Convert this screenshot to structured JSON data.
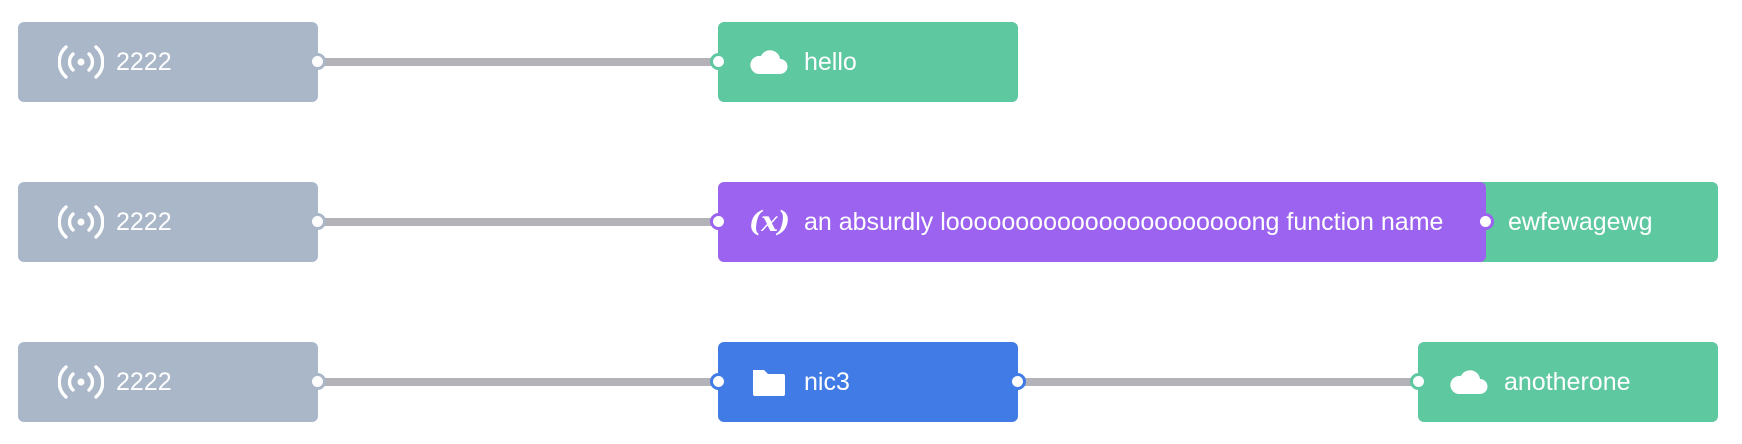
{
  "icons": {
    "trigger": "broadcast-icon",
    "webhook": "cloud-icon",
    "function": "function-x-icon",
    "folder": "folder-icon"
  },
  "function_icon_text": "(x)",
  "colors": {
    "trigger": "#a9b7c9",
    "webhook": "#5ec8a0",
    "function": "#9b63ef",
    "folder": "#407be6",
    "wire": "#b2b2b8"
  },
  "rows": [
    {
      "source": {
        "label": "2222"
      },
      "target": {
        "label": "hello"
      }
    },
    {
      "source": {
        "label": "2222"
      },
      "function": {
        "label": "an absurdly loooooooooooooooooooooong function name"
      },
      "target": {
        "label": "ewfewagewg"
      }
    },
    {
      "source": {
        "label": "2222"
      },
      "folder": {
        "label": "nic3"
      },
      "target": {
        "label": "anotherone"
      }
    }
  ]
}
